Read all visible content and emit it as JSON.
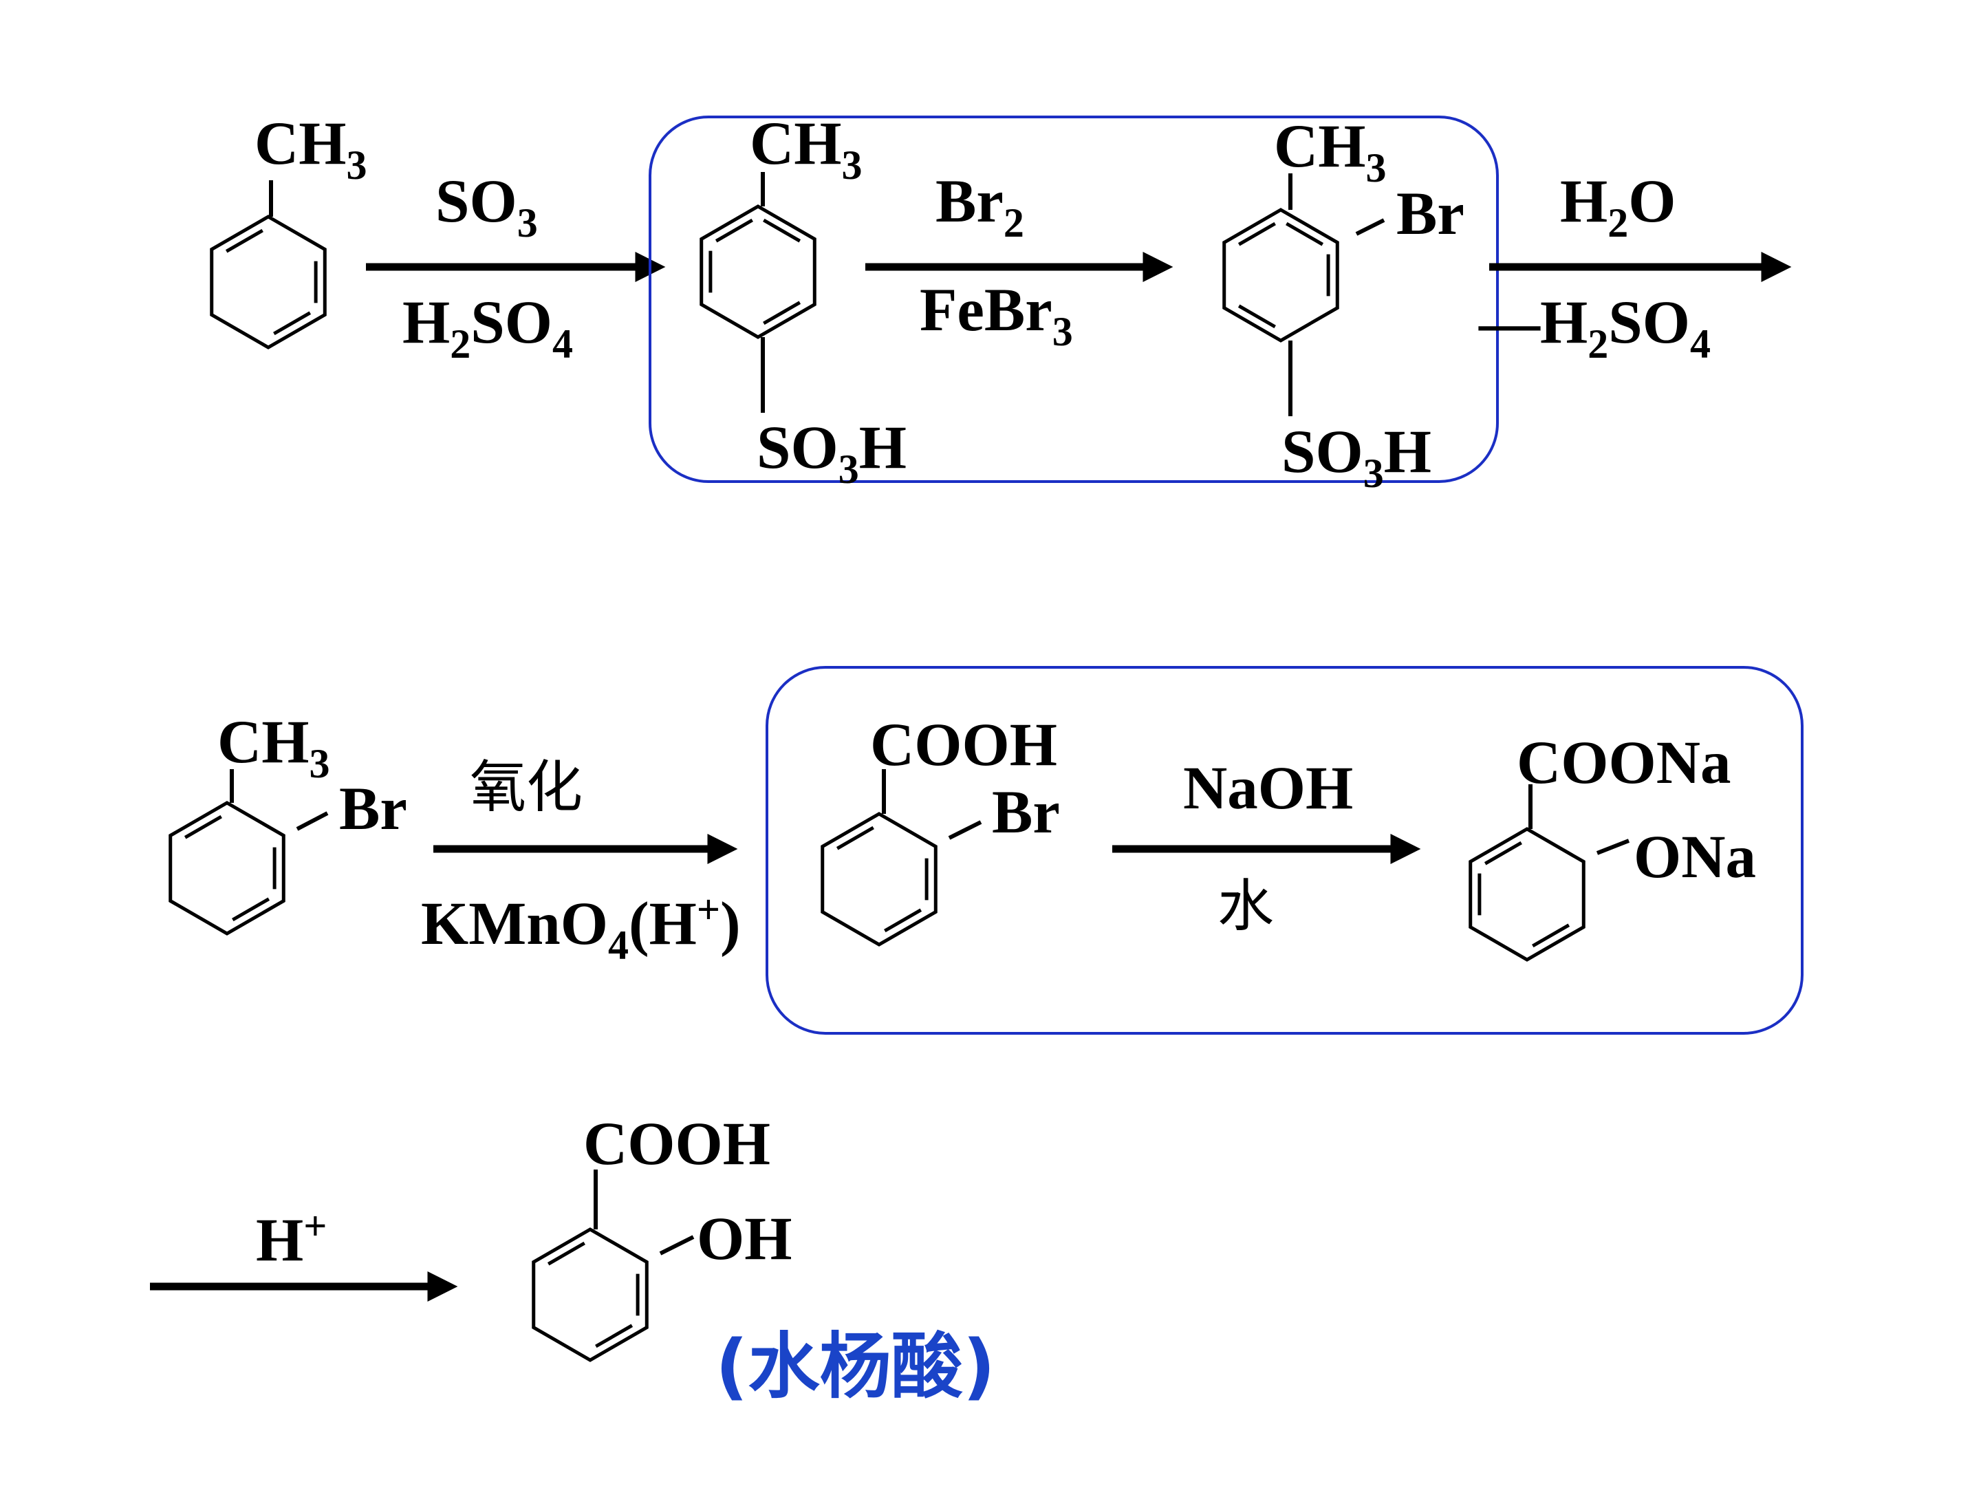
{
  "row1": {
    "toluene": {
      "ch3": "CH",
      "ch3_sub": "3"
    },
    "step1": {
      "top": "SO",
      "top_sub": "3",
      "bottom_a": "H",
      "bottom_sub1": "2",
      "bottom_b": "SO",
      "bottom_sub2": "4"
    },
    "p_toluenesulfonic": {
      "ch3": "CH",
      "ch3_sub": "3",
      "so3h_a": "SO",
      "so3h_sub": "3",
      "so3h_b": "H"
    },
    "step2": {
      "top": "Br",
      "top_sub": "2",
      "bottom": "FeBr",
      "bottom_sub": "3"
    },
    "bromo_sulfonic": {
      "ch3": "CH",
      "ch3_sub": "3",
      "br": "Br",
      "so3h_a": "SO",
      "so3h_sub": "3",
      "so3h_b": "H"
    },
    "step3": {
      "top_a": "H",
      "top_sub": "2",
      "top_b": "O",
      "bottom_dash": "—",
      "bottom_a": "H",
      "bottom_sub1": "2",
      "bottom_b": "SO",
      "bottom_sub2": "4"
    }
  },
  "row2": {
    "o_bromotoluene": {
      "ch3": "CH",
      "ch3_sub": "3",
      "br": "Br"
    },
    "step4": {
      "top": "氧化",
      "bottom_a": "KMnO",
      "bottom_sub": "4",
      "bottom_b": "(H",
      "bottom_sup": "+",
      "bottom_c": ")"
    },
    "o_bromobenzoic": {
      "cooh": "COOH",
      "br": "Br"
    },
    "step5": {
      "top": "NaOH",
      "bottom": "水"
    },
    "sodium_salt": {
      "coona": "COONa",
      "ona": "ONa"
    }
  },
  "row3": {
    "step6": {
      "top_a": "H",
      "top_sup": "+"
    },
    "salicylic": {
      "cooh": "COOH",
      "oh": "OH"
    },
    "caption": "(水杨酸)"
  },
  "colors": {
    "box_border": "#1b2fc4",
    "caption": "#1a44c8",
    "ink": "#000000"
  }
}
